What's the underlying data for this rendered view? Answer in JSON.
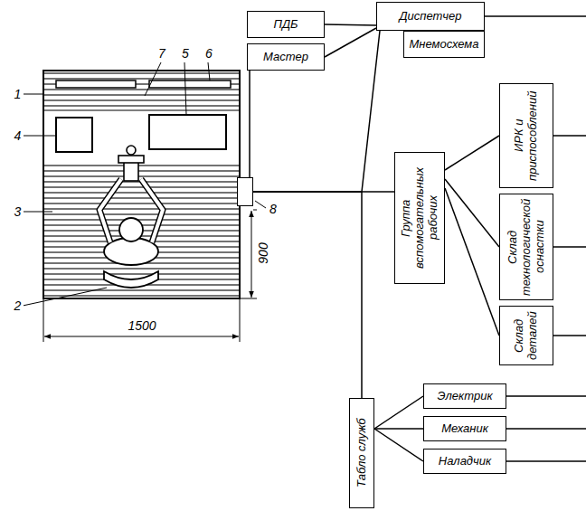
{
  "diagram": {
    "nodes": [
      {
        "text": [
          "ПДБ"
        ]
      },
      {
        "text": [
          "Диспетчер"
        ]
      },
      {
        "text": [
          "Мнемосхема"
        ]
      },
      {
        "text": [
          "Мастер"
        ]
      },
      {
        "text": [
          "ИРК и приспособлений"
        ]
      },
      {
        "text": [
          "Группа вспомогательных рабочих"
        ]
      },
      {
        "text": [
          "Склад технологической оснастки"
        ]
      },
      {
        "text": [
          "Склад деталей"
        ]
      },
      {
        "text": [
          "Табло служб"
        ]
      },
      {
        "text": [
          "Электрик"
        ]
      },
      {
        "text": [
          "Механик"
        ]
      },
      {
        "text": [
          "Наладчик"
        ]
      },
      {
        "text": [
          "8"
        ]
      }
    ],
    "edges": [
      {
        "from": 0,
        "to": 1,
        "arrow": "none"
      },
      {
        "from": 3,
        "to": 1,
        "arrow": "none"
      },
      {
        "from": 12,
        "to": 3,
        "arrow": "none"
      },
      {
        "from": 12,
        "to": 1,
        "arrow": "none"
      },
      {
        "from": 12,
        "to": 5,
        "arrow": "none"
      },
      {
        "from": 12,
        "to": 8,
        "arrow": "none"
      },
      {
        "from": 5,
        "to": 4,
        "arrow": "none"
      },
      {
        "from": 5,
        "to": 6,
        "arrow": "none"
      },
      {
        "from": 5,
        "to": 7,
        "arrow": "none"
      },
      {
        "from": 8,
        "to": 9,
        "arrow": "none"
      },
      {
        "from": 8,
        "to": 10,
        "arrow": "none"
      },
      {
        "from": 8,
        "to": 11,
        "arrow": "none"
      }
    ],
    "labels": [
      "1",
      "2",
      "3",
      "4",
      "5",
      "6",
      "7",
      "900",
      "1500"
    ]
  }
}
